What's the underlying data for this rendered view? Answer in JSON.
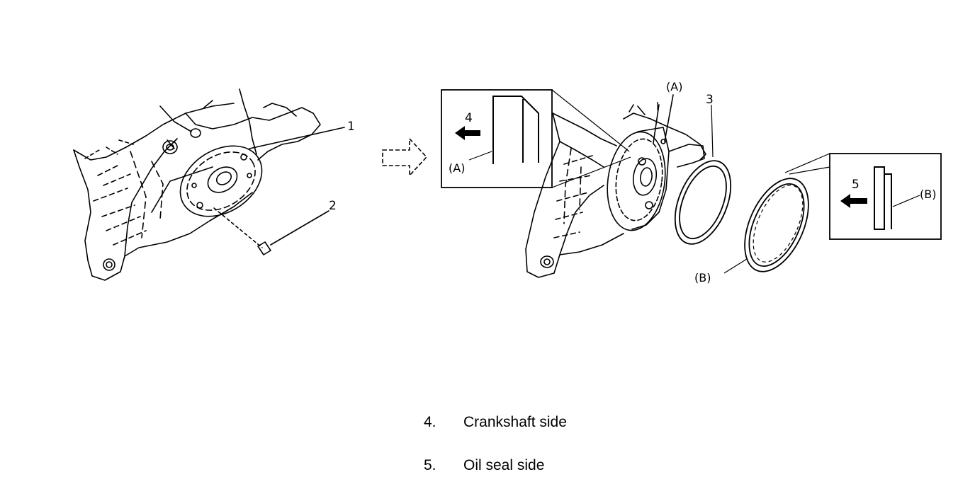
{
  "figure": {
    "left_callouts": {
      "part_1": "1",
      "part_2": "2"
    },
    "right_callouts": {
      "part_3": "3",
      "mark_a_top": "(A)",
      "mark_b_ring": "(B)"
    },
    "detail_a": {
      "number": "4",
      "label": "(A)"
    },
    "detail_b": {
      "number": "5",
      "label": "(B)"
    }
  },
  "legend": {
    "items": [
      {
        "number": "4.",
        "text": "Crankshaft side"
      },
      {
        "number": "5.",
        "text": "Oil seal side"
      }
    ]
  }
}
